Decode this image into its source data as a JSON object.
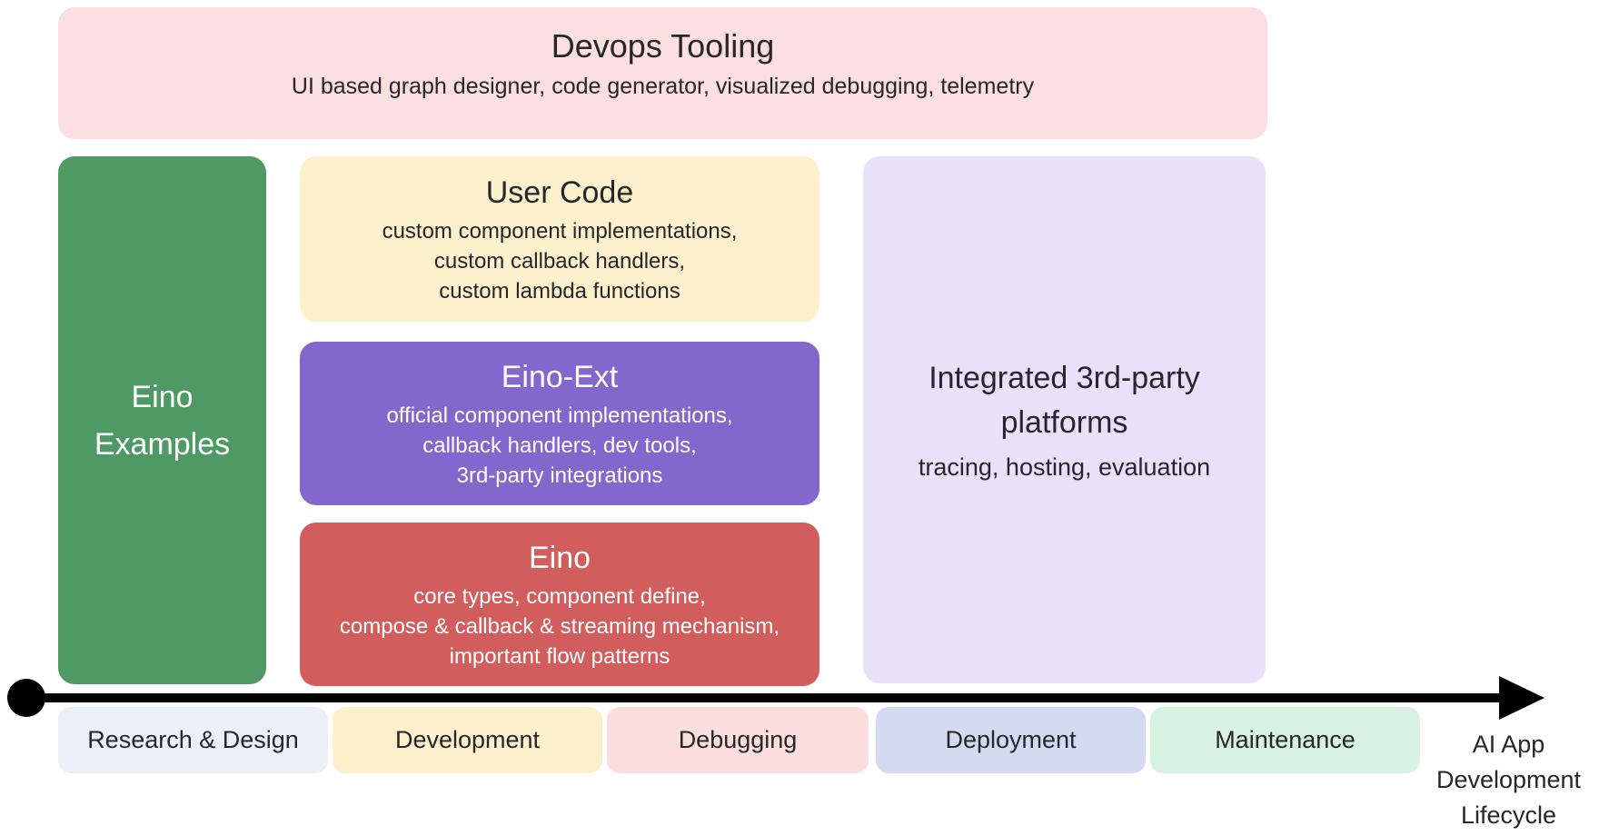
{
  "palette": {
    "devops_bg": "#fcdfe1",
    "examples_bg": "#4f9a64",
    "user_code_bg": "#fdf0cc",
    "eino_ext_bg": "#8367cd",
    "eino_bg": "#d15d5c",
    "platforms_bg": "#e8e1fa",
    "dark_text": "#26262b",
    "light_text": "#ffffff",
    "axis_color": "#000000"
  },
  "devops": {
    "title": "Devops Tooling",
    "subtitle": "UI based graph designer, code generator, visualized debugging, telemetry"
  },
  "examples": {
    "title_line1": "Eino",
    "title_line2": "Examples"
  },
  "user_code": {
    "title": "User Code",
    "lines": [
      "custom component implementations,",
      "custom callback handlers,",
      "custom lambda functions"
    ]
  },
  "eino_ext": {
    "title": "Eino-Ext",
    "lines": [
      "official component implementations,",
      "callback handlers, dev tools,",
      "3rd-party integrations"
    ]
  },
  "eino": {
    "title": "Eino",
    "lines": [
      "core types, component define,",
      "compose & callback & streaming mechanism,",
      "important flow patterns"
    ]
  },
  "platforms": {
    "title_line1": "Integrated 3rd-party",
    "title_line2": "platforms",
    "subtitle": "tracing, hosting, evaluation"
  },
  "lifecycle": {
    "stages": [
      {
        "label": "Research & Design",
        "bg": "#eaf0fa"
      },
      {
        "label": "Development",
        "bg": "#fcf0cc"
      },
      {
        "label": "Debugging",
        "bg": "#fcdddd"
      },
      {
        "label": "Deployment",
        "bg": "#d4daef"
      },
      {
        "label": "Maintenance",
        "bg": "#d8f2e2"
      }
    ],
    "axis_label_lines": [
      "AI App",
      "Development",
      "Lifecycle"
    ]
  }
}
